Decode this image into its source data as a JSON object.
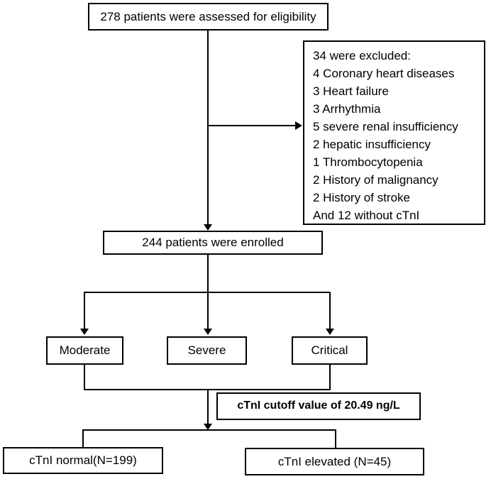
{
  "diagram": {
    "type": "patient-flowchart",
    "colors": {
      "background": "#ffffff",
      "line": "#000000",
      "text": "#000000"
    },
    "nodes": {
      "eligibility": {
        "label": "278 patients were assessed for eligibility"
      },
      "excluded": {
        "title": "34 were excluded:",
        "items": [
          "4 Coronary heart diseases",
          "3 Heart failure",
          "3 Arrhythmia",
          "5 severe renal insufficiency",
          "2 hepatic insufficiency",
          "1 Thrombocytopenia",
          "2 History of malignancy",
          "2 History of stroke",
          "And 12 without cTnI"
        ]
      },
      "enrolled": {
        "label": "244 patients were enrolled"
      },
      "moderate": {
        "label": "Moderate"
      },
      "severe": {
        "label": "Severe"
      },
      "critical": {
        "label": "Critical"
      },
      "cutoff": {
        "label": "cTnI cutoff value of 20.49 ng/L"
      },
      "ctni_normal": {
        "label": "cTnI normal(N=199)"
      },
      "ctni_elevated": {
        "label": "cTnI elevated (N=45)"
      }
    }
  }
}
